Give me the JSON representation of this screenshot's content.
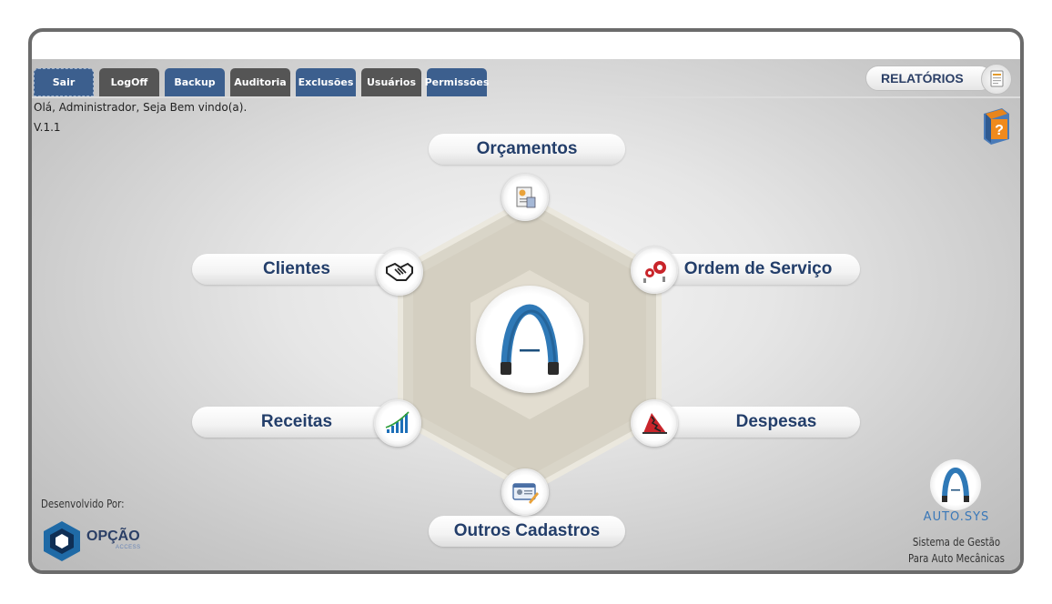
{
  "tabs": [
    {
      "label": "Sair",
      "style": "blue"
    },
    {
      "label": "LogOff",
      "style": "dark"
    },
    {
      "label": "Backup",
      "style": "blue"
    },
    {
      "label": "Auditoria",
      "style": "dark"
    },
    {
      "label": "Exclusões",
      "style": "blue"
    },
    {
      "label": "Usuários",
      "style": "dark"
    },
    {
      "label": "Permissões",
      "style": "blue"
    }
  ],
  "reports_button": {
    "label": "RELATÓRIOS",
    "icon": "report-icon"
  },
  "welcome_text": "Olá, Administrador, Seja Bem vindo(a).",
  "version_text": "V.1.1",
  "help_icon": "help-book-icon",
  "menu": {
    "orcamentos": {
      "label": "Orçamentos",
      "icon": "budget-document-icon"
    },
    "clientes": {
      "label": "Clientes",
      "icon": "handshake-icon"
    },
    "ordem_servico": {
      "label": "Ordem de Serviço",
      "icon": "gears-icon"
    },
    "receitas": {
      "label": "Receitas",
      "icon": "growth-chart-icon"
    },
    "despesas": {
      "label": "Despesas",
      "icon": "decline-chart-icon"
    },
    "outros_cadastros": {
      "label": "Outros Cadastros",
      "icon": "id-card-icon"
    }
  },
  "center_logo": "autosys-logo",
  "developer": {
    "label": "Desenvolvido Por:",
    "company": "OPÇÃO",
    "company_sub": "ACCESS"
  },
  "branding": {
    "name": "AUTO.SYS",
    "line1": "Sistema de Gestão",
    "line2": "Para Auto Mecânicas"
  },
  "colors": {
    "tab_blue": "#3c5f8e",
    "tab_dark": "#555555",
    "label_navy": "#233e6a",
    "brand_blue": "#3a78b8"
  }
}
